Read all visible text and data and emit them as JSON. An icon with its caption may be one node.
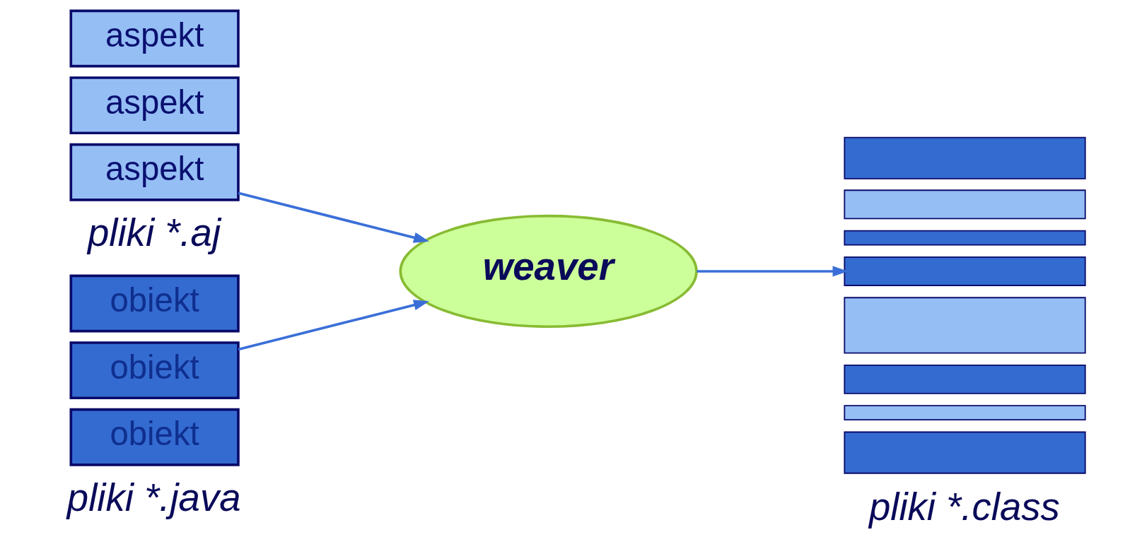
{
  "diagram": {
    "nodes": [
      {
        "text": [
          "aspekt"
        ]
      },
      {
        "text": [
          "aspekt"
        ]
      },
      {
        "text": [
          "aspekt"
        ],
        "beside": [
          "pliki *.aj"
        ]
      },
      {
        "text": [
          "obiekt"
        ]
      },
      {
        "text": [
          "obiekt"
        ]
      },
      {
        "text": [
          "obiekt"
        ],
        "beside": [
          "pliki *.java"
        ]
      },
      {
        "text": [
          "weaver"
        ]
      },
      {
        "text": [],
        "shape": "bar"
      },
      {
        "text": [],
        "shape": "bar"
      },
      {
        "text": [],
        "shape": "bar"
      },
      {
        "text": [],
        "shape": "bar"
      },
      {
        "text": [],
        "shape": "bar"
      },
      {
        "text": [],
        "shape": "bar"
      },
      {
        "text": [],
        "shape": "bar"
      },
      {
        "text": [],
        "shape": "bar",
        "beside": [
          "pliki *.class"
        ]
      }
    ],
    "edges": [
      {
        "from": 2,
        "to": 6,
        "arrow": "to"
      },
      {
        "from": 4,
        "to": 6,
        "arrow": "to"
      },
      {
        "from": 6,
        "to": 10,
        "arrow": "to"
      }
    ]
  }
}
